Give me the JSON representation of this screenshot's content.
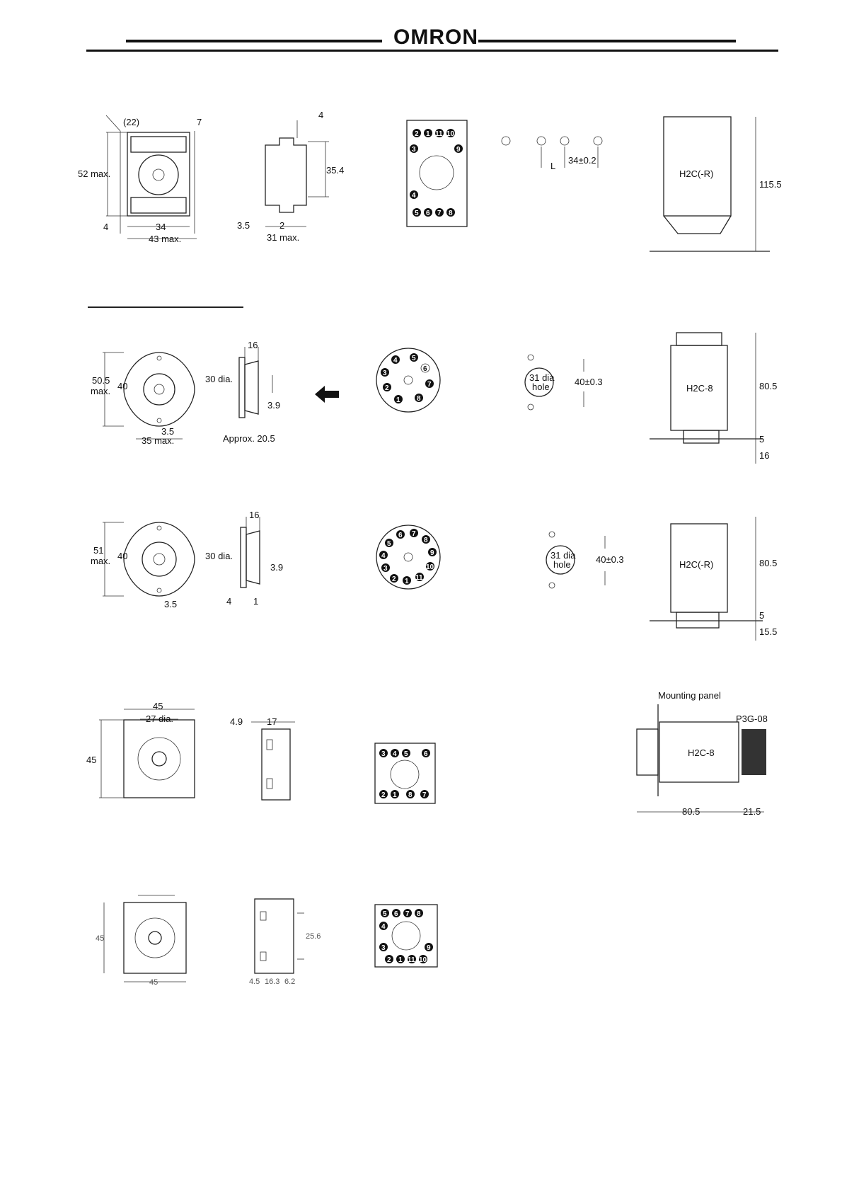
{
  "header": {
    "brand": "OMRON"
  },
  "row1": {
    "front": {
      "d1": "(22)",
      "d2": "7",
      "d3": "52 max.",
      "d4": "4",
      "d5": "34",
      "d6": "43 max."
    },
    "side": {
      "d1": "4",
      "d2": "35.4",
      "d3": "3.5",
      "d4": "2",
      "d5": "31 max."
    },
    "pins": {
      "top": [
        "2",
        "1",
        "11",
        "10"
      ],
      "left1": "3",
      "right1": "9",
      "left2": "4",
      "bottom": [
        "5",
        "6",
        "7",
        "8"
      ]
    },
    "holes": {
      "d1": "L",
      "d2": "34±0.2"
    },
    "timer": {
      "label": "H2C(-R)",
      "d1": "115.5"
    }
  },
  "row2": {
    "front": {
      "d1": "50.5",
      "d2": "max.",
      "d3": "40",
      "d4": "3.5",
      "d5": "35 max."
    },
    "side": {
      "d1": "16",
      "d2": "30 dia.",
      "d3": "3.9",
      "d4": "Approx. 20.5"
    },
    "pins": [
      "1",
      "2",
      "3",
      "4",
      "5",
      "6",
      "7",
      "8"
    ],
    "cutout": {
      "l1": "31 dia",
      "l2": "hole",
      "d1": "40±0.3"
    },
    "timer": {
      "label": "H2C-8",
      "d1": "80.5",
      "d2": "5",
      "d3": "16"
    }
  },
  "row3": {
    "front": {
      "d1": "51",
      "d2": "max.",
      "d3": "40",
      "d4": "3.5"
    },
    "side": {
      "d1": "16",
      "d2": "30 dia.",
      "d3": "3.9",
      "d4": "4",
      "d5": "1"
    },
    "pins": [
      "1",
      "2",
      "3",
      "4",
      "5",
      "6",
      "7",
      "8",
      "9",
      "10",
      "11"
    ],
    "cutout": {
      "l1": "31 dia",
      "l2": "hole",
      "d1": "40±0.3"
    },
    "timer": {
      "label": "H2C(-R)",
      "d1": "80.5",
      "d2": "5",
      "d3": "15.5"
    }
  },
  "row4": {
    "front": {
      "d1": "45",
      "d2": "27 dia.",
      "d3": "45"
    },
    "side": {
      "d1": "4.9",
      "d2": "17"
    },
    "pins": {
      "top": [
        "3",
        "4",
        "5",
        "6"
      ],
      "bottom": [
        "2",
        "1",
        "8",
        "7"
      ]
    },
    "mount": {
      "panel": "Mounting panel",
      "socket": "P3G-08",
      "label": "H2C-8",
      "d1": "80.5",
      "d2": "21.5"
    }
  },
  "row5": {
    "front": {
      "d1": "45",
      "d2": "45"
    },
    "side": {
      "d1": "25.6",
      "d2": "4.5",
      "d3": "16.3",
      "d4": "6.2"
    },
    "pins": {
      "top": [
        "5",
        "6",
        "7",
        "8"
      ],
      "l1": "4",
      "l2": "3",
      "r2": "9",
      "bottom": [
        "2",
        "1",
        "11",
        "10"
      ]
    }
  }
}
